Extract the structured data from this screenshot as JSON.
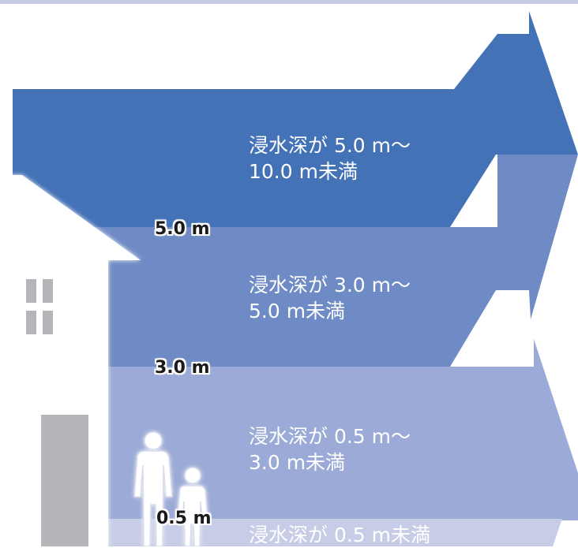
{
  "bands": [
    {
      "id": "5-10",
      "line1": "浸水深が 5.0 m～",
      "line2": "10.0 m未満",
      "color": "#4472b6"
    },
    {
      "id": "3-5",
      "line1": "浸水深が 3.0 m～",
      "line2": "5.0 m未満",
      "color": "#6f8bc5"
    },
    {
      "id": "05-3",
      "line1": "浸水深が 0.5 m～",
      "line2": "3.0 m未満",
      "color": "#9baad6"
    },
    {
      "id": "lt05",
      "line1": "浸水深が 0.5 m未満",
      "line2": "",
      "color": "#c7cde6"
    }
  ],
  "depth_markers": {
    "m50": "5.0 m",
    "m30": "3.0 m",
    "m05": "0.5 m"
  },
  "colors": {
    "house": "#ffffff",
    "house_detail": "#b5b6ba",
    "people": "#ffffff",
    "top_border": "#c7cde6"
  }
}
